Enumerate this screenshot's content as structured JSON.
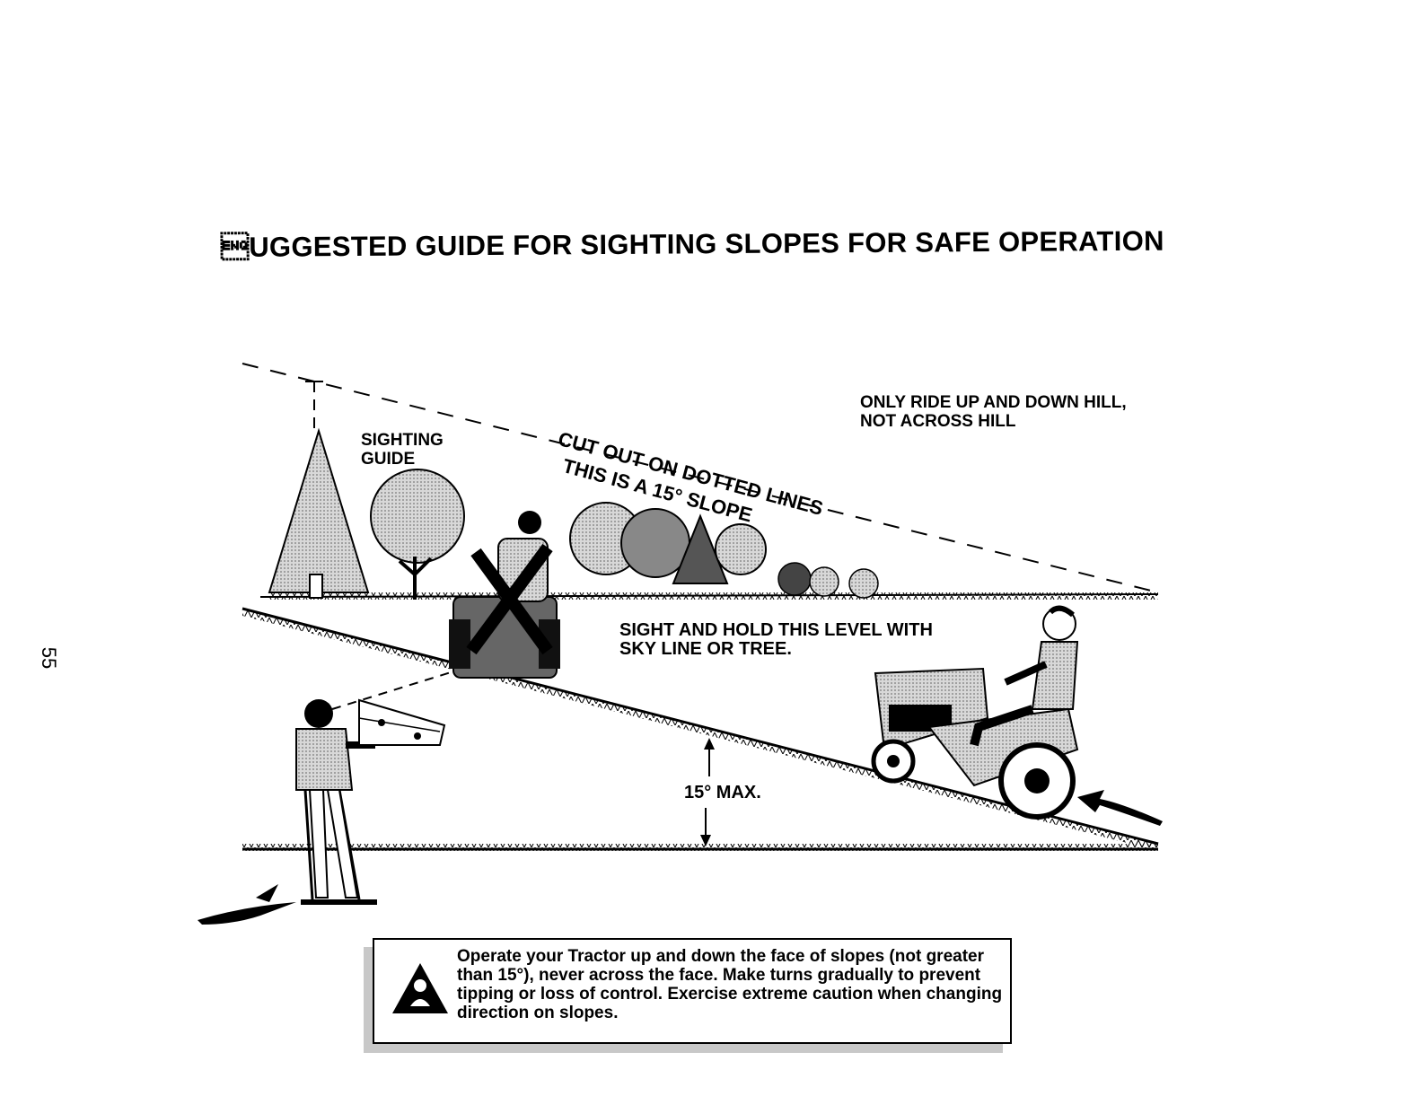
{
  "title": "\u0005UGGESTED GUIDE FOR SIGHTING SLOPES FOR SAFE OPERATION",
  "page_number": "55",
  "diagram": {
    "sighting_guide": [
      "SIGHTING",
      "GUIDE"
    ],
    "cut_out": "CUT OUT ON DOTTED LINES",
    "this_slope": "THIS IS A 15° SLOPE",
    "ride_rule": [
      "ONLY RIDE UP AND DOWN HILL,",
      "NOT ACROSS HILL"
    ],
    "sight_hold": [
      "SIGHT AND HOLD THIS LEVEL WITH",
      "SKY LINE OR TREE."
    ],
    "max_angle": "15° MAX."
  },
  "warning": {
    "icon": "warning-triangle-icon",
    "text": "Operate your Tractor up and down the face of slopes (not greater than 15°), never across the face. Make turns gradually to prevent tipping or loss of control. Exercise extreme caution when changing direction on slopes."
  }
}
